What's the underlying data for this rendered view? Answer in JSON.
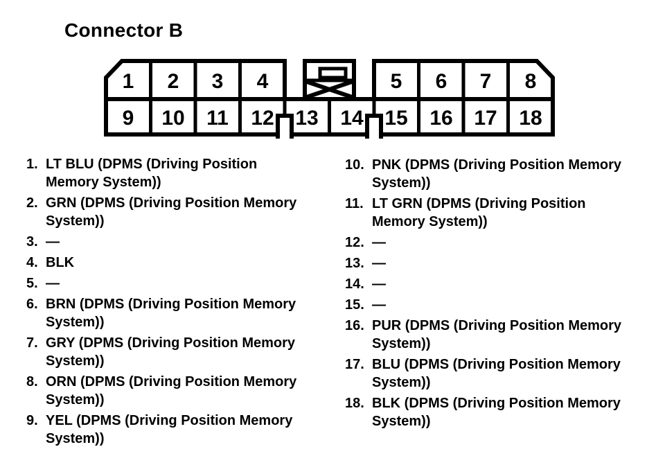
{
  "title": "Connector B",
  "colors": {
    "ink": "#000000",
    "background": "#ffffff"
  },
  "connector": {
    "description": "18-pin connector pinout, two rows, chamfered top corners, center keying latch, two bottom keying notches",
    "latch_icon": "connector-latch-icon",
    "pins": [
      "1",
      "2",
      "3",
      "4",
      "5",
      "6",
      "7",
      "8",
      "9",
      "10",
      "11",
      "12",
      "13",
      "14",
      "15",
      "16",
      "17",
      "18"
    ]
  },
  "legend": {
    "left": [
      {
        "num": "1.",
        "text": "LT BLU (DPMS (Driving Position\nMemory System))"
      },
      {
        "num": "2.",
        "text": "GRN (DPMS (Driving Position Memory\nSystem))"
      },
      {
        "num": "3.",
        "text": "—"
      },
      {
        "num": "4.",
        "text": "BLK"
      },
      {
        "num": "5.",
        "text": "—"
      },
      {
        "num": "6.",
        "text": "BRN (DPMS (Driving Position Memory\nSystem))"
      },
      {
        "num": "7.",
        "text": "GRY (DPMS (Driving Position Memory\nSystem))"
      },
      {
        "num": "8.",
        "text": "ORN (DPMS (Driving Position Memory\nSystem))"
      },
      {
        "num": "9.",
        "text": "YEL (DPMS (Driving Position Memory\nSystem))"
      }
    ],
    "right": [
      {
        "num": "10.",
        "text": "PNK (DPMS (Driving Position Memory\nSystem))"
      },
      {
        "num": "11.",
        "text": "LT GRN (DPMS (Driving Position\nMemory System))"
      },
      {
        "num": "12.",
        "text": "—"
      },
      {
        "num": "13.",
        "text": "—"
      },
      {
        "num": "14.",
        "text": "—"
      },
      {
        "num": "15.",
        "text": "—"
      },
      {
        "num": "16.",
        "text": "PUR (DPMS (Driving Position Memory\nSystem))"
      },
      {
        "num": "17.",
        "text": "BLU (DPMS (Driving Position Memory\nSystem))"
      },
      {
        "num": "18.",
        "text": "BLK (DPMS (Driving Position Memory\nSystem))"
      }
    ]
  }
}
